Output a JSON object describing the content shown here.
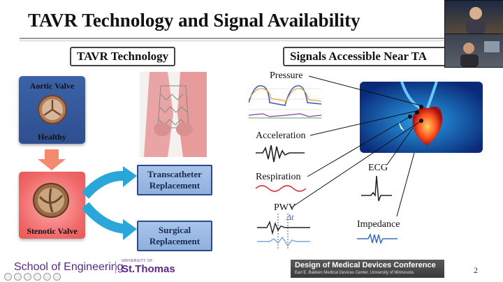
{
  "slide": {
    "title": "TAVR Technology and Signal Availability",
    "left_header": "TAVR Technology",
    "right_header": "Signals Accessible Near TA",
    "aortic_valve": {
      "top": "Aortic Valve",
      "bottom": "Healthy"
    },
    "stenotic_valve": "Stenotic Valve",
    "transcatheter": [
      "Transcatheter",
      "Replacement"
    ],
    "surgical": [
      "Surgical",
      "Replacement"
    ],
    "signals": {
      "pressure": "Pressure",
      "acceleration": "Acceleration",
      "respiration": "Respiration",
      "pwv": "PWV",
      "delta_t": "Δt",
      "ecg": "ECG",
      "impedance": "Impedance"
    },
    "page_number": "2"
  },
  "footer": {
    "school": "School of Engineering",
    "university_small": "UNIVERSITY OF",
    "university": "St.Thomas",
    "conference_title": "Design of Medical Devices Conference",
    "conference_sub": "Earl E. Bakken Medical Devices Center, University of Minnesota"
  },
  "colors": {
    "accent_blue": "#2e4f90",
    "valve_red": "#f06868",
    "arrow_teal": "#2aa6d8",
    "brand_purple": "#5a2a82"
  },
  "icons": [
    "camera-feed",
    "heart-image",
    "stent-image",
    "valve-image"
  ]
}
